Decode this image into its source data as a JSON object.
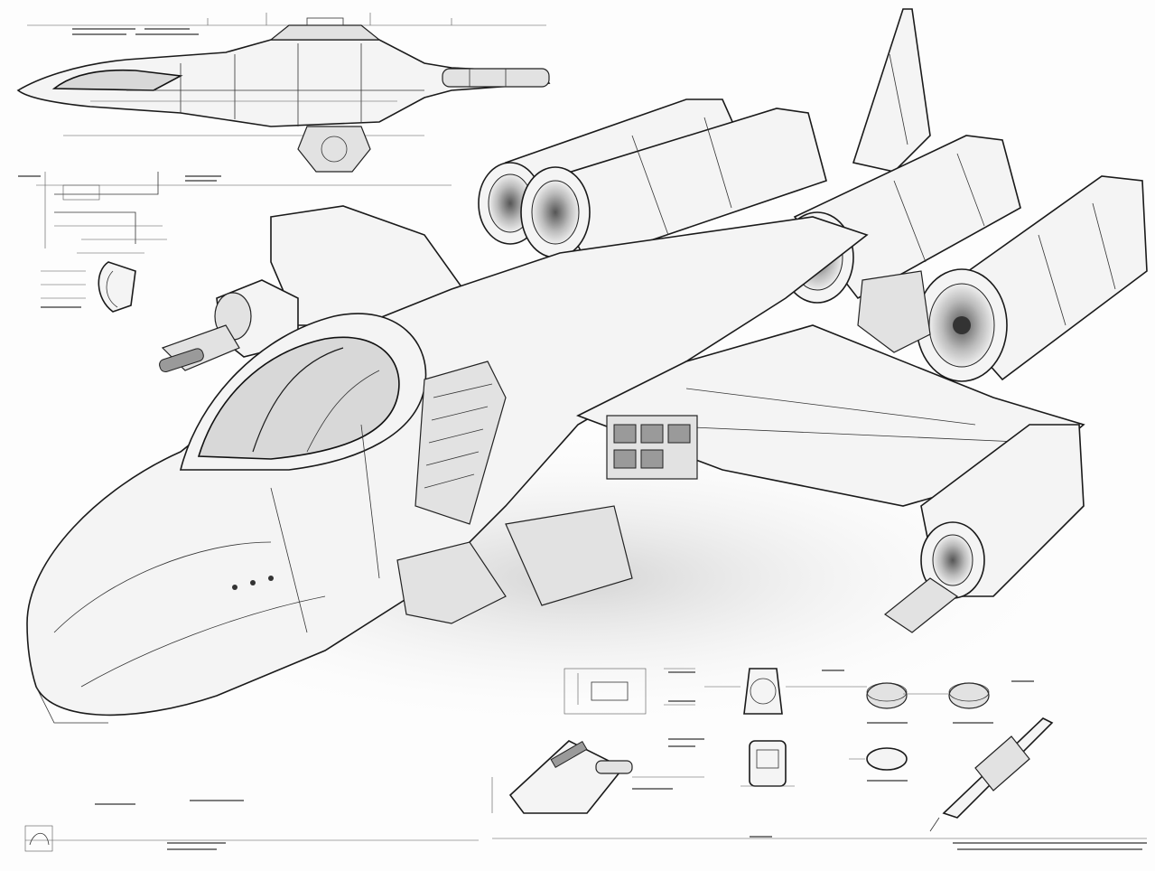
{
  "sheet": {
    "background": "#fdfdfd",
    "ink": "#1a1a1a",
    "shadow": "#d9d9d9"
  },
  "views": [
    "side-elevation",
    "main-perspective",
    "cockpit-detail",
    "engine-nacelle-detail",
    "component-callouts"
  ]
}
